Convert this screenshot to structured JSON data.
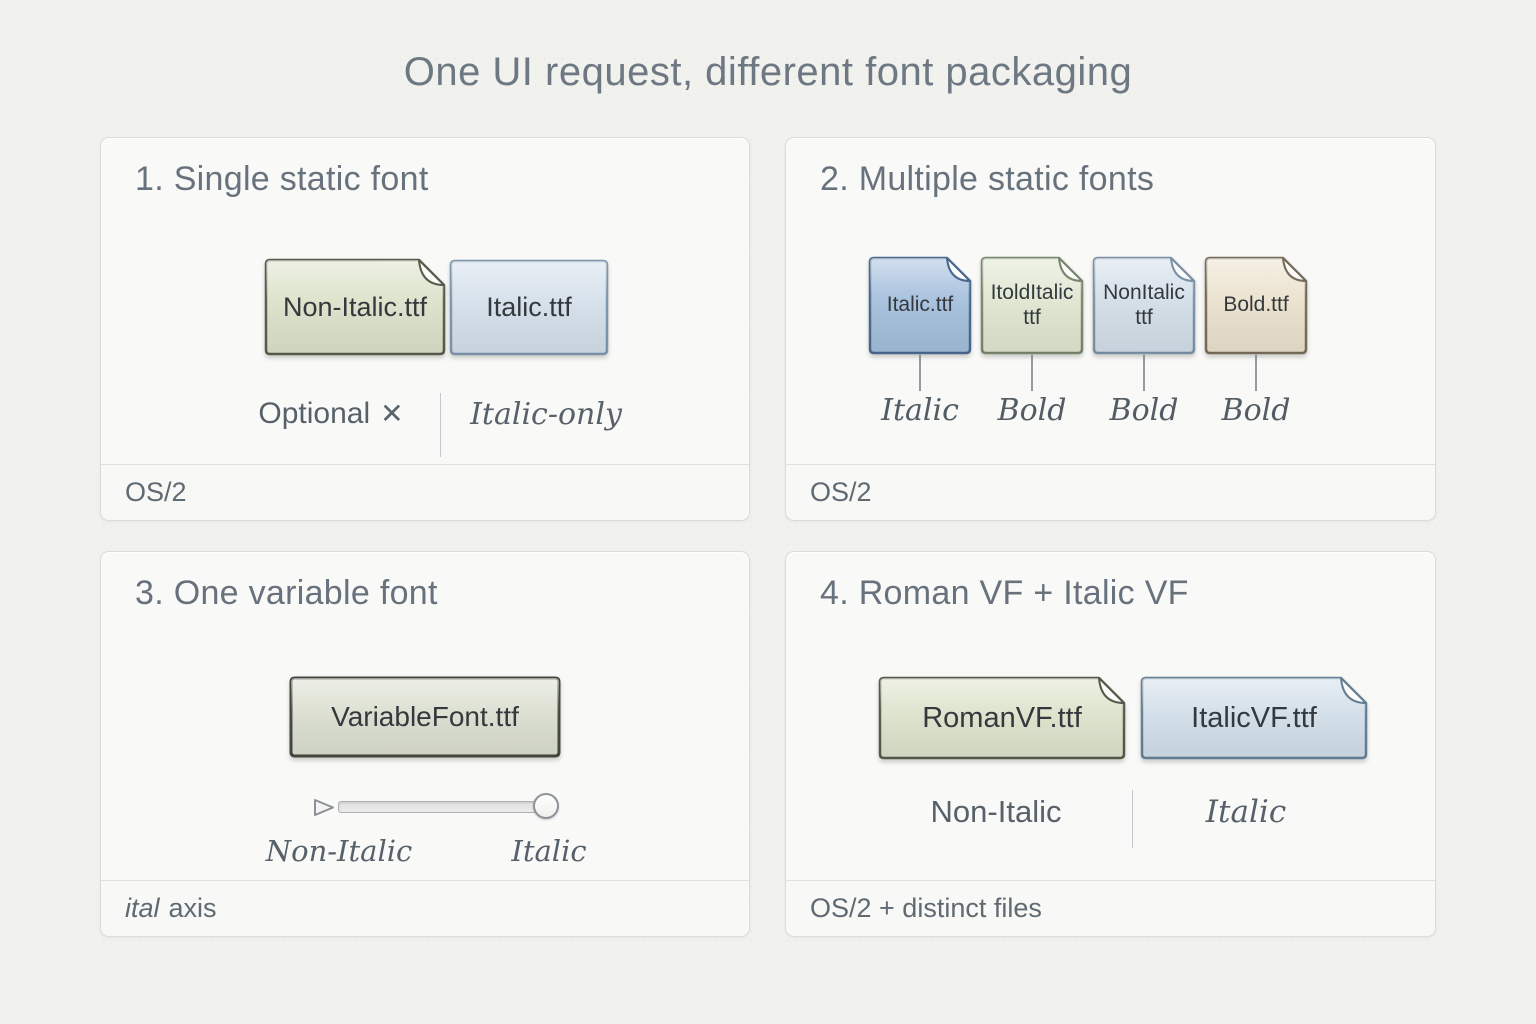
{
  "title": "One UI request, different font packaging",
  "colors": {
    "background": "#f1f1ee",
    "panel_bg": "#f9f9f8",
    "heading_text": "#68727d",
    "file_text": "#34393d",
    "label_text": "#57616a",
    "files": {
      "green": {
        "fill": "#dce2ca",
        "stroke": "#565c4c"
      },
      "blue_light": {
        "fill": "#d4e0eb",
        "stroke": "#7d95ab"
      },
      "blue": {
        "fill": "#a4bfdd",
        "stroke": "#49688e"
      },
      "sage": {
        "fill": "#dfe7d1",
        "stroke": "#79866e"
      },
      "pale_blue": {
        "fill": "#d3dfe9",
        "stroke": "#7b91a5"
      },
      "tan": {
        "fill": "#ebe2cd",
        "stroke": "#776c59"
      },
      "variable": {
        "fill": "#dbdfd0",
        "stroke": "#43473e"
      },
      "roman_vf": {
        "fill": "#dde3cc",
        "stroke": "#545a4a"
      },
      "italic_vf": {
        "fill": "#d2dfe9",
        "stroke": "#647e94"
      }
    }
  },
  "panels": [
    {
      "heading": "1. Single static font",
      "files": [
        {
          "label": "Non-Italic.ttf"
        },
        {
          "label": "Italic.ttf"
        }
      ],
      "annotations": {
        "left": "Optional",
        "left_icon": "✕",
        "right": "Italic-only"
      },
      "footer": "OS/2"
    },
    {
      "heading": "2. Multiple static fonts",
      "files": [
        {
          "label": "Italic.ttf",
          "tag": "Italic"
        },
        {
          "label": "ItoldItalic ttf",
          "tag": "Bold"
        },
        {
          "label": "NonItalic ttf",
          "tag": "Bold"
        },
        {
          "label": "Bold.ttf",
          "tag": "Bold"
        }
      ],
      "footer": "OS/2"
    },
    {
      "heading": "3. One variable font",
      "files": [
        {
          "label": "VariableFont.ttf"
        }
      ],
      "slider": {
        "left_label": "Non-Italic",
        "right_label": "Italic",
        "thumb_position": "right"
      },
      "footer_axis_tag": "ital",
      "footer_rest": "axis"
    },
    {
      "heading": "4. Roman VF + Italic VF",
      "files": [
        {
          "label": "RomanVF.ttf"
        },
        {
          "label": "ItalicVF.ttf"
        }
      ],
      "annotations": {
        "left": "Non-Italic",
        "right": "Italic"
      },
      "footer": "OS/2 + distinct files"
    }
  ]
}
